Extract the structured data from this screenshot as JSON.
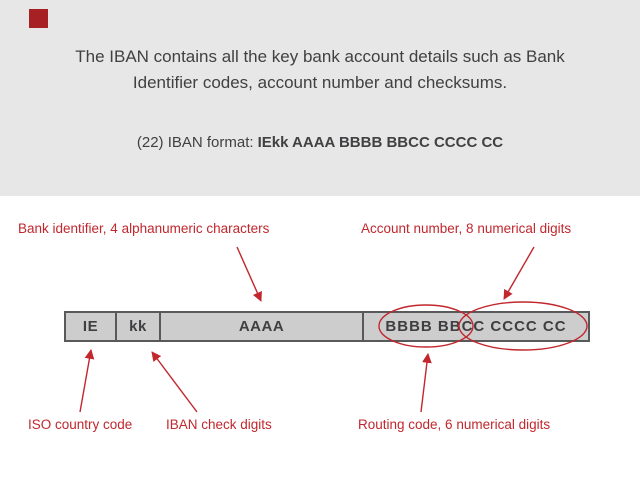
{
  "header": {
    "description": "The IBAN contains all the key bank account details such as Bank Identifier codes, account number and checksums.",
    "format_prefix": "(22) IBAN format:",
    "format_value": "IEkk AAAA BBBB BBCC CCCC CC"
  },
  "labels": {
    "bank_identifier": "Bank identifier, 4 alphanumeric characters",
    "account_number": "Account number, 8 numerical digits",
    "iso_country": "ISO country code",
    "check_digits": "IBAN check digits",
    "routing_code": "Routing code, 6 numerical digits"
  },
  "bar": {
    "segments": [
      {
        "name": "iso-country-code",
        "label": "IE"
      },
      {
        "name": "check-digits",
        "label": "kk"
      },
      {
        "name": "bank-identifier",
        "label": "AAAA"
      },
      {
        "name": "routing-and-account",
        "label": "BBBB BBCC CCCC CC"
      }
    ]
  },
  "colors": {
    "accent_red": "#c1272d",
    "square_red": "#a62024",
    "header_bg": "#e7e7e7",
    "bar_fill": "#cdcdcd",
    "bar_border": "#58595b",
    "text_dark": "#414042"
  }
}
